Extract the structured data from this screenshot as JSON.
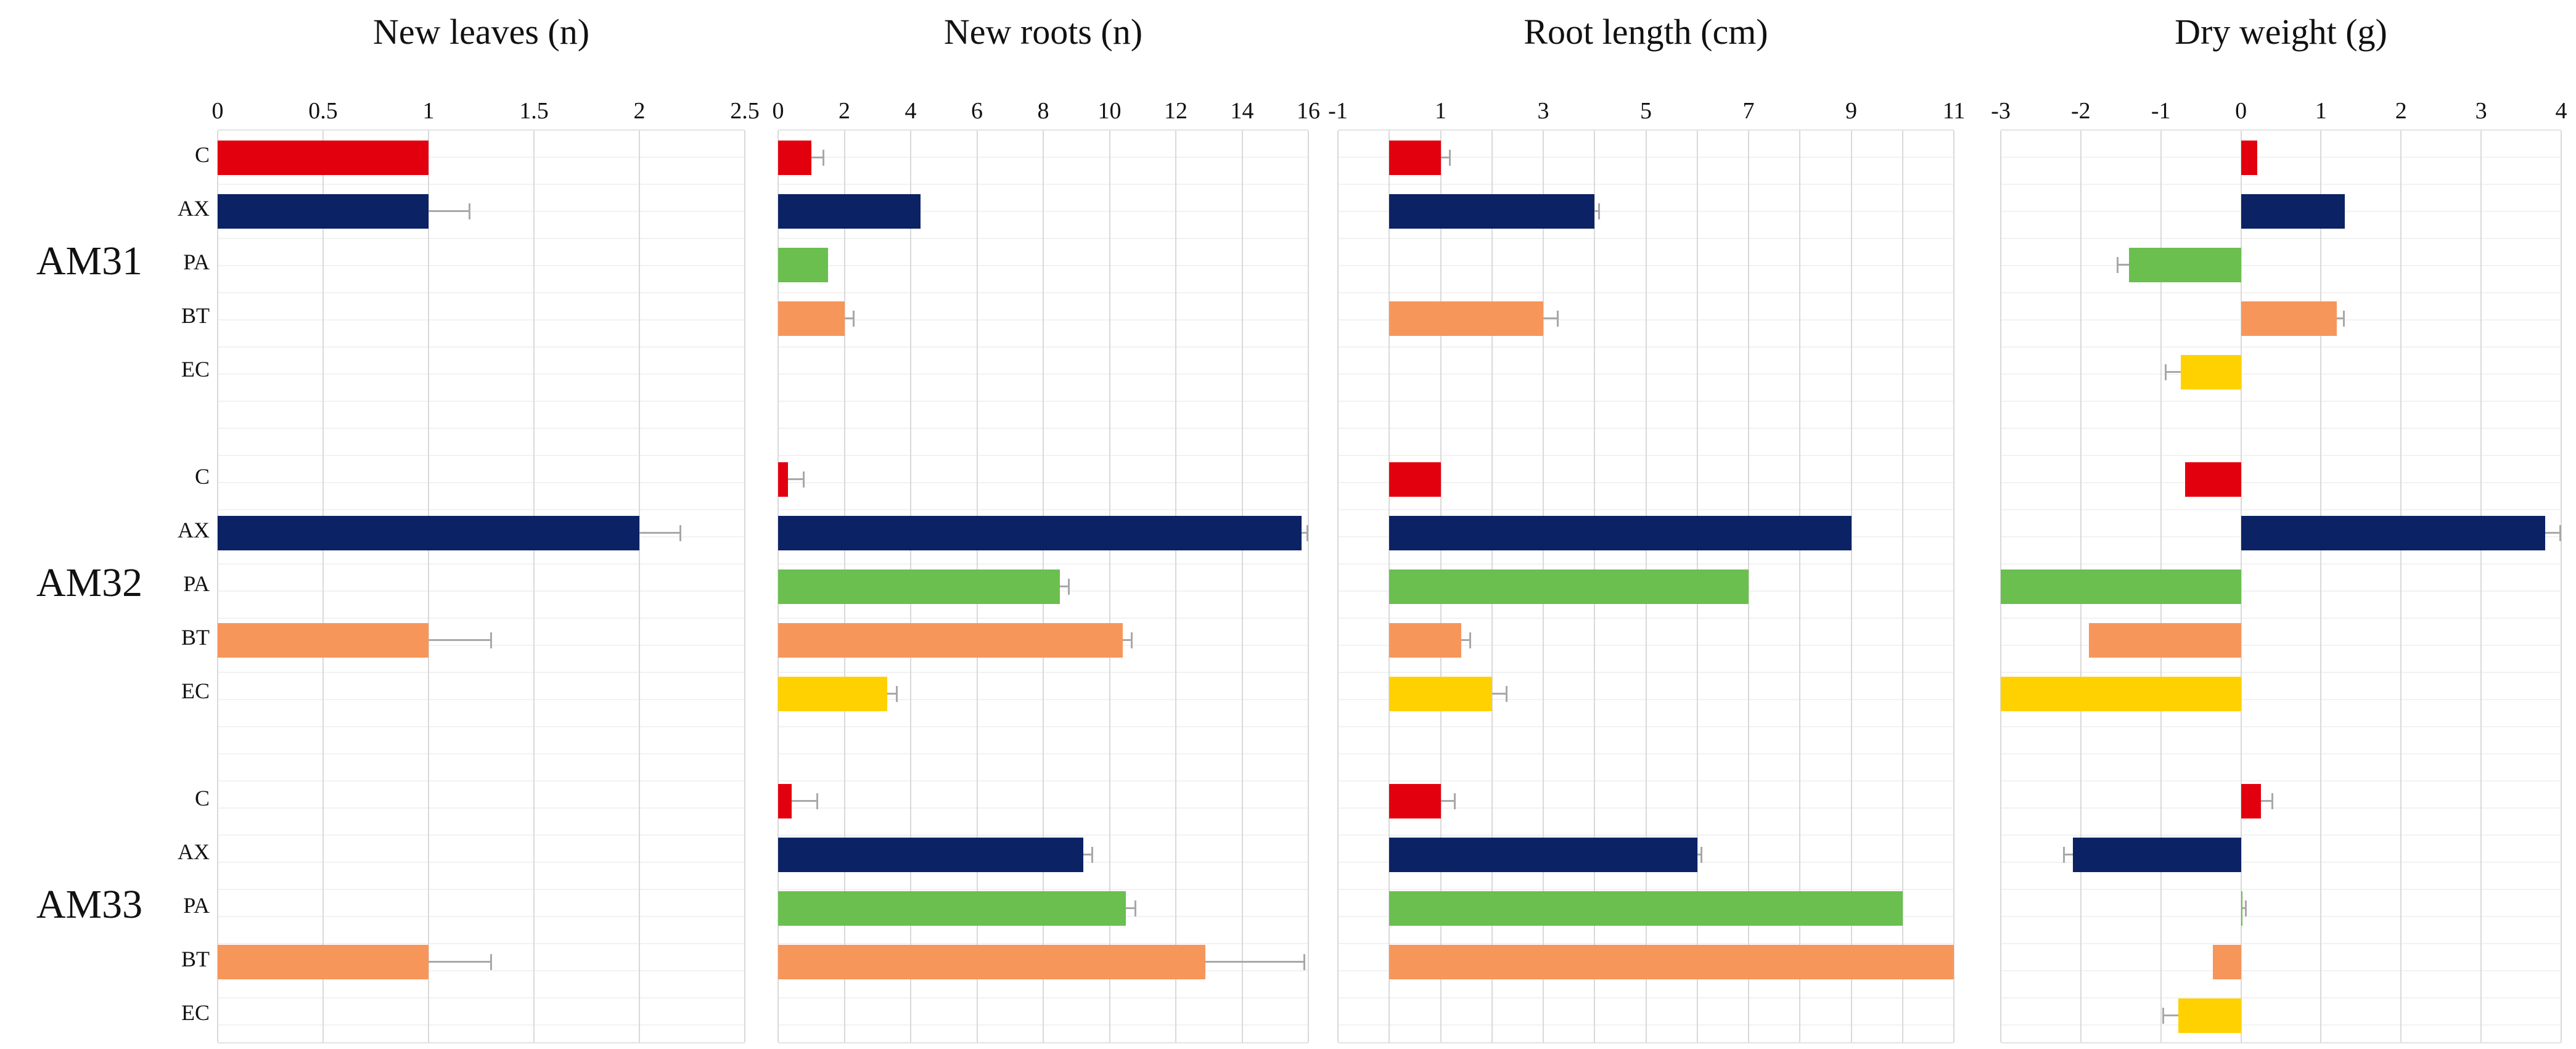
{
  "figure_title": "",
  "group_labels": [
    "AM31",
    "AM32",
    "AM33"
  ],
  "category_labels": [
    "C",
    "AX",
    "PA",
    "BT",
    "EC"
  ],
  "colors": {
    "C": "#e2000f",
    "AX": "#0b2265",
    "PA": "#6abf4f",
    "BT": "#f7965a",
    "EC": "#ffd100",
    "error_bar": "#a8a8a8",
    "gridline": "#d9d9d9",
    "gridline_light": "#f2f2f2"
  },
  "chart_data": [
    {
      "type": "bar",
      "orientation": "horizontal",
      "title": "New leaves (n)",
      "xlim": [
        0,
        2.5
      ],
      "grid_step": 0.5,
      "tick_values": [
        0,
        0.5,
        1,
        1.5,
        2,
        2.5
      ],
      "tick_labels": [
        "0",
        "0.5",
        "1",
        "1.5",
        "2",
        "2.5"
      ],
      "categories": [
        "C",
        "AX",
        "PA",
        "BT",
        "EC"
      ],
      "series": [
        {
          "name": "AM31",
          "values": [
            1,
            1,
            0,
            0,
            0
          ],
          "errors": [
            0,
            0.2,
            0,
            0,
            0
          ]
        },
        {
          "name": "AM32",
          "values": [
            0,
            2,
            0,
            1,
            0
          ],
          "errors": [
            0,
            0.2,
            0,
            0.3,
            0
          ]
        },
        {
          "name": "AM33",
          "values": [
            0,
            0,
            0,
            1,
            0
          ],
          "errors": [
            0,
            0,
            0,
            0.3,
            0
          ]
        }
      ]
    },
    {
      "type": "bar",
      "orientation": "horizontal",
      "title": "New roots (n)",
      "xlim": [
        0,
        16
      ],
      "grid_step": 2,
      "tick_values": [
        0,
        2,
        4,
        6,
        8,
        10,
        12,
        14,
        16
      ],
      "tick_labels": [
        "0",
        "2",
        "4",
        "6",
        "8",
        "10",
        "12",
        "14",
        "16"
      ],
      "categories": [
        "C",
        "AX",
        "PA",
        "BT",
        "EC"
      ],
      "series": [
        {
          "name": "AM31",
          "values": [
            1,
            4.3,
            1.5,
            2,
            0
          ],
          "errors": [
            0.4,
            0,
            0,
            0.3,
            0
          ]
        },
        {
          "name": "AM32",
          "values": [
            0.3,
            15.8,
            8.5,
            10.4,
            3.3
          ],
          "errors": [
            0.5,
            0.2,
            0.3,
            0.3,
            0.3
          ]
        },
        {
          "name": "AM33",
          "values": [
            0.4,
            9.2,
            10.5,
            12.9,
            0
          ],
          "errors": [
            0.8,
            0.3,
            0.3,
            3,
            0
          ]
        }
      ]
    },
    {
      "type": "bar",
      "orientation": "horizontal",
      "title": "Root length (cm)",
      "xlim": [
        -1,
        11
      ],
      "grid_step": 1,
      "tick_values": [
        -1,
        1,
        3,
        5,
        7,
        9,
        11
      ],
      "tick_labels": [
        "-1",
        "1",
        "3",
        "5",
        "7",
        "9",
        "11"
      ],
      "categories": [
        "C",
        "AX",
        "PA",
        "BT",
        "EC"
      ],
      "series": [
        {
          "name": "AM31",
          "values": [
            1,
            4,
            0,
            3,
            0
          ],
          "errors": [
            0.2,
            0.1,
            0,
            0.3,
            0
          ]
        },
        {
          "name": "AM32",
          "values": [
            1,
            9,
            7,
            1.4,
            2
          ],
          "errors": [
            0,
            0,
            0,
            0.2,
            0.3
          ]
        },
        {
          "name": "AM33",
          "values": [
            1,
            6,
            10,
            11,
            0
          ],
          "errors": [
            0.3,
            0.1,
            0,
            0,
            0
          ]
        }
      ]
    },
    {
      "type": "bar",
      "orientation": "horizontal",
      "title": "Dry weight (g)",
      "xlim": [
        -3,
        4
      ],
      "grid_step": 1,
      "tick_values": [
        -3,
        -2,
        -1,
        0,
        1,
        2,
        3,
        4
      ],
      "tick_labels": [
        "-3",
        "-2",
        "-1",
        "0",
        "1",
        "2",
        "3",
        "4"
      ],
      "categories": [
        "C",
        "AX",
        "PA",
        "BT",
        "EC"
      ],
      "series": [
        {
          "name": "AM31",
          "values": [
            0.2,
            1.3,
            -1.4,
            1.2,
            -0.75
          ],
          "errors": [
            0,
            0,
            0.15,
            0.1,
            0.2
          ]
        },
        {
          "name": "AM32",
          "values": [
            -0.7,
            3.8,
            -3,
            -1.9,
            -3
          ],
          "errors": [
            0,
            0.2,
            0,
            0,
            0
          ]
        },
        {
          "name": "AM33",
          "values": [
            0.25,
            -2.1,
            0.02,
            -0.35,
            -0.78
          ],
          "errors": [
            0.15,
            0.12,
            0.05,
            0,
            0.2
          ]
        }
      ]
    }
  ]
}
